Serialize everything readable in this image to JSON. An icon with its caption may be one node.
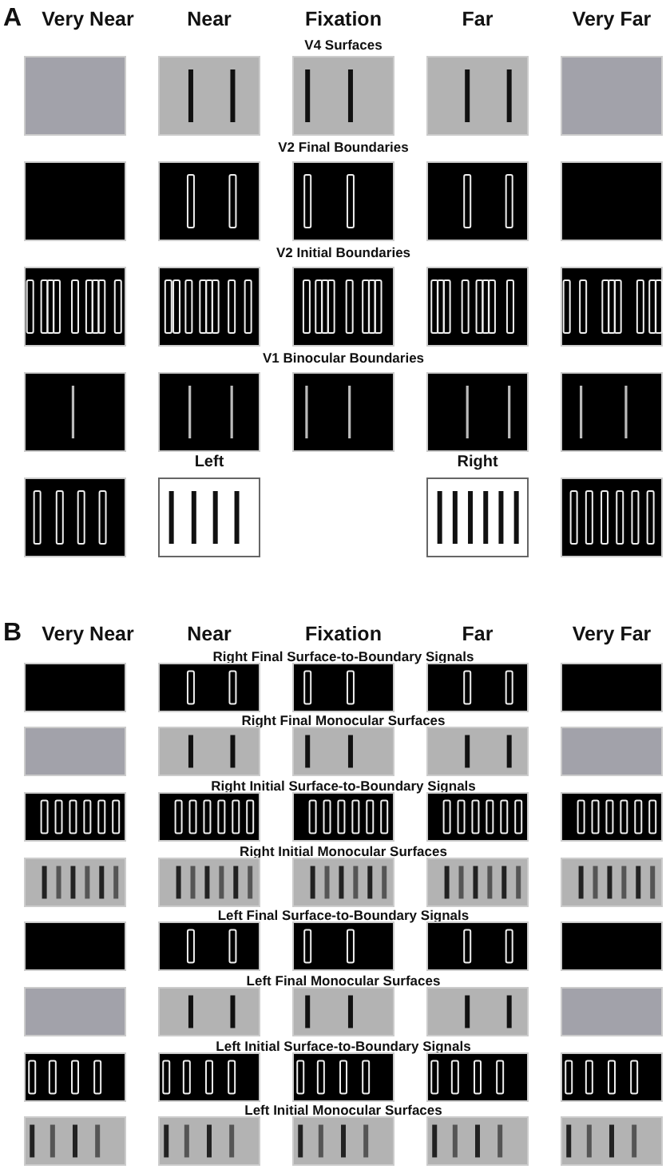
{
  "diagram": {
    "labels": [
      "A",
      "Very Near",
      "Near",
      "Fixation",
      "Far",
      "Very Far",
      "V4 Surfaces",
      "V2 Final Boundaries",
      "V2 Initial Boundaries",
      "V1 Binocular Boundaries",
      "Left",
      "Right",
      "B",
      "Very Near",
      "Near",
      "Fixation",
      "Far",
      "Very Far",
      "Right Final Surface-to-Boundary Signals",
      "Right Final Monocular Surfaces",
      "Right Initial Surface-to-Boundary Signals",
      "Right Initial Monocular Surfaces",
      "Left Final Surface-to-Boundary Signals",
      "Left Final Monocular Surfaces",
      "Left Initial Surface-to-Boundary Signals",
      "Left Initial Monocular Surfaces"
    ]
  }
}
